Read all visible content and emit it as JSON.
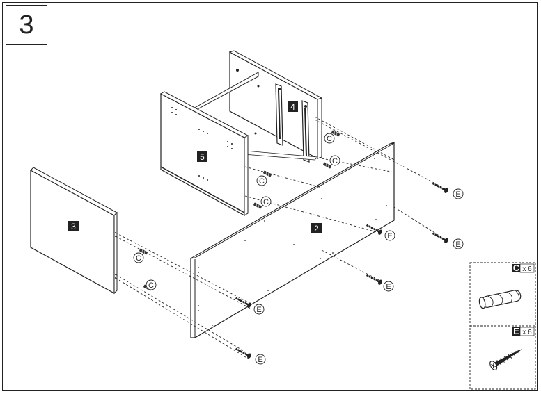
{
  "step": {
    "number": "3"
  },
  "panels": [
    {
      "id": "2",
      "label": "2"
    },
    {
      "id": "3",
      "label": "3"
    },
    {
      "id": "4",
      "label": "4"
    },
    {
      "id": "5",
      "label": "5"
    }
  ],
  "callouts": {
    "dowel_letter": "C",
    "screw_letter": "E"
  },
  "parts_legend": [
    {
      "letter": "C",
      "quantity": "x 6",
      "icon": "dowel-icon"
    },
    {
      "letter": "E",
      "quantity": "x 6",
      "icon": "screw-icon"
    }
  ],
  "colors": {
    "line": "#222222",
    "panel_fill": "#ffffff",
    "label_fill": "#222222"
  }
}
